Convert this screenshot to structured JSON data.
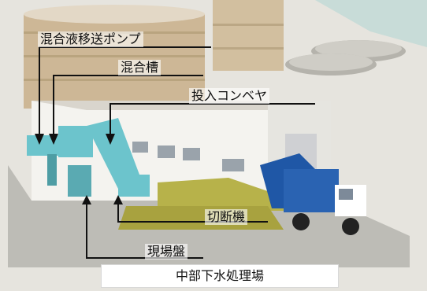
{
  "labels": {
    "pump": "混合液移送ポンプ",
    "tank": "混合槽",
    "conveyor": "投入コンベヤ",
    "cutter": "切断機",
    "panel": "現場盤"
  },
  "caption": "中部下水処理場",
  "colors": {
    "equipment": "#6cc4cc",
    "truck": "#1f57a6",
    "building": "#f4f3ef",
    "roof": "#d9d5cd",
    "tank_wall": "#d6c4a8",
    "grass": "#b7b24a",
    "water": "#c8dcd8",
    "leader_line": "#111111"
  }
}
